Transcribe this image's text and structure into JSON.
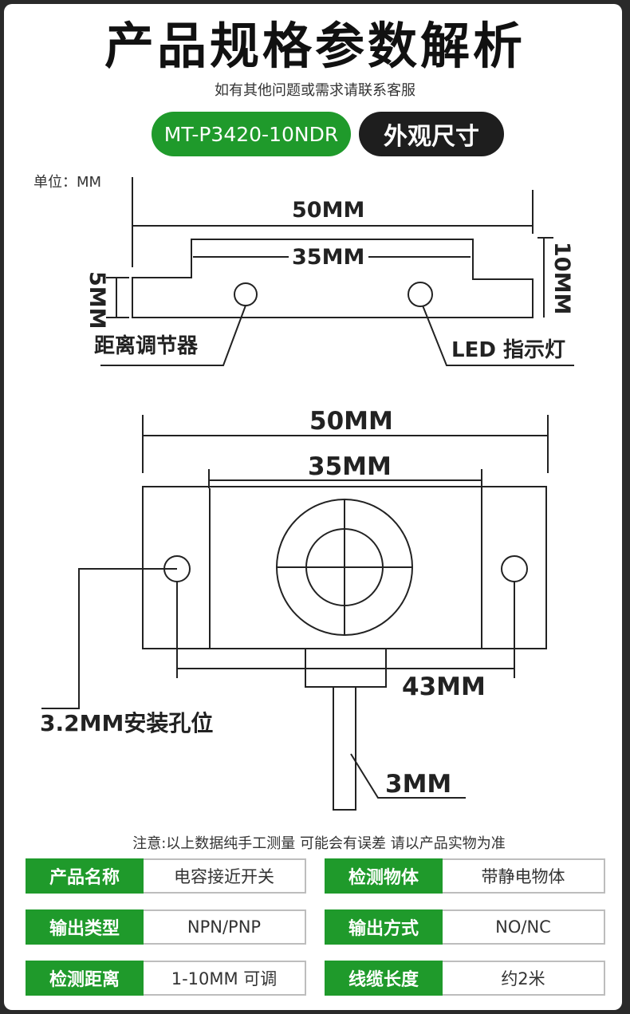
{
  "header": {
    "title": "产品规格参数解析",
    "subtitle": "如有其他问题或需求请联系客服",
    "model_pill": "MT-P3420-10NDR",
    "section_pill": "外观尺寸"
  },
  "drawing": {
    "unit": "单位：MM",
    "side_view": {
      "overall_width": "50MM",
      "top_width": "35MM",
      "base_height": "5MM",
      "total_height": "10MM",
      "adjuster_label": "距离调节器",
      "led_label": "LED 指示灯"
    },
    "top_view": {
      "overall_width": "50MM",
      "inner_width": "35MM",
      "hole_spacing": "43MM",
      "hole_label": "3.2MM安装孔位",
      "cable_label": "3MM"
    }
  },
  "note": "注意:以上数据纯手工测量 可能会有误差 请以产品实物为准",
  "specs": [
    {
      "key": "产品名称",
      "value": "电容接近开关"
    },
    {
      "key": "检测物体",
      "value": "带静电物体"
    },
    {
      "key": "输出类型",
      "value": "NPN/PNP"
    },
    {
      "key": "输出方式",
      "value": "NO/NC"
    },
    {
      "key": "检测距离",
      "value": "1-10MM 可调"
    },
    {
      "key": "线缆长度",
      "value": "约2米"
    }
  ]
}
